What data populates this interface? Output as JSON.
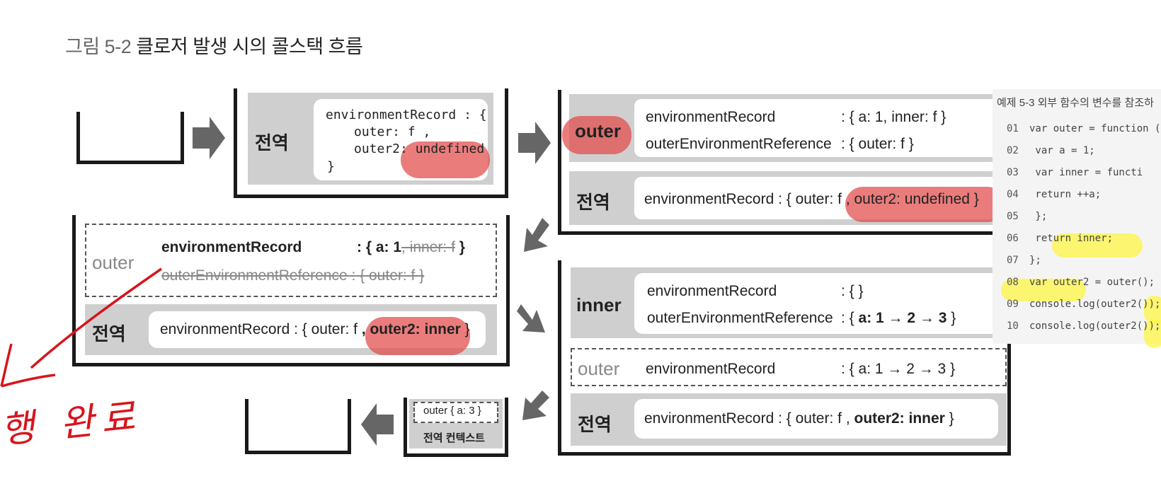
{
  "title": {
    "number": "그림 5-2",
    "text": "클로저 발생 시의 콜스택 흐름"
  },
  "panel1": {
    "label": "전역",
    "line1": "environmentRecord : {",
    "line2": "outer: f ,",
    "line3": "outer2: undefined",
    "line4": "}"
  },
  "panel2": {
    "outer_label": "outer",
    "outer_er": "environmentRecord",
    "outer_er_val": ": { a: 1, inner: f }",
    "outer_oer": "outerEnvironmentReference",
    "outer_oer_val": ": { outer: f }",
    "global_label": "전역",
    "global_er": "environmentRecord : { outer: f , outer2: undefined }"
  },
  "panel3": {
    "outer_label": "outer",
    "er": "environmentRecord",
    "er_val": ": { a: 1",
    "er_strike": ", inner: f",
    "er_close": " }",
    "oer_strike": "outerEnvironmentReference : { outer: f }",
    "global_label": "전역",
    "global_er_pre": "environmentRecord : { outer: f ",
    "global_er_bold": ", outer2: inner",
    "global_er_post": " }"
  },
  "panel4": {
    "inner_label": "inner",
    "inner_er": "environmentRecord",
    "inner_er_val": ": { }",
    "inner_oer": "outerEnvironmentReference",
    "inner_oer_pre": ": {",
    "inner_oer_bold": "a: 1 → 2 → 3",
    "inner_oer_post": " }",
    "outer_label": "outer",
    "outer_er": "environmentRecord",
    "outer_er_val": ": { a: 1 → 2 → 3 }",
    "global_label": "전역",
    "global_er_pre": "environmentRecord : { outer: f ,",
    "global_er_bold": " outer2: inner",
    "global_er_post": " }"
  },
  "panel5": {
    "outer_box": "outer { a: 3 }",
    "global_box": "전역 컨텍스트"
  },
  "handwriting": "행 완료",
  "code": {
    "heading": "예제 5-3 외부 함수의 변수를 참조하",
    "lines": [
      {
        "n": "01",
        "text": "var outer = function ("
      },
      {
        "n": "02",
        "text": "    var a = 1;"
      },
      {
        "n": "03",
        "text": "    var inner = functi"
      },
      {
        "n": "04",
        "text": "        return ++a;"
      },
      {
        "n": "05",
        "text": "    };"
      },
      {
        "n": "06",
        "text": "    return inner;"
      },
      {
        "n": "07",
        "text": "};"
      },
      {
        "n": "08",
        "text": "var outer2 = outer();"
      },
      {
        "n": "09",
        "text": "console.log(outer2());"
      },
      {
        "n": "10",
        "text": "console.log(outer2());"
      }
    ]
  },
  "colors": {
    "highlight_red": "#e24a4a",
    "highlight_yellow": "#fff53c",
    "panel_gray": "#cfcfcf",
    "ink_red": "#d8141c"
  }
}
